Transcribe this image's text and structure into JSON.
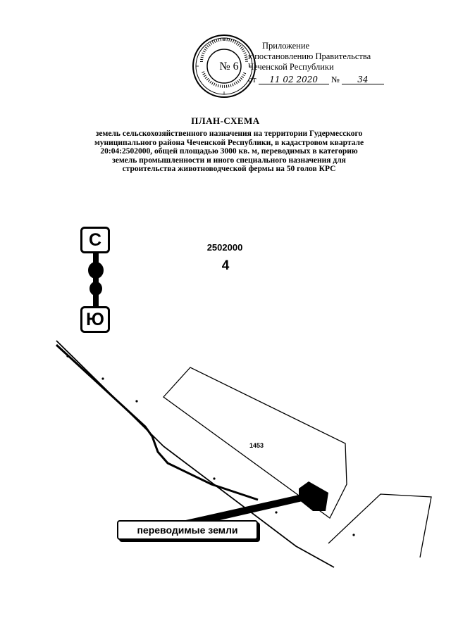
{
  "appendix": {
    "line1": "Приложение",
    "line2": "к постановлению Правительства",
    "line3": "Чеченской Республики",
    "from_label": "от",
    "date": "11 02 2020",
    "number_label": "№",
    "number": "34"
  },
  "stamp": {
    "number": "№ 6"
  },
  "title": "ПЛАН-СХЕМА",
  "subtitle": {
    "line1": "земель сельскохозяйственного назначения на территории Гудермесского",
    "line2": "муниципального района Чеченской Республики, в кадастровом квартале",
    "line3": "20:04:2502000, общей площадью 3000 кв. м, переводимых в категорию",
    "line4": "земель промышленности и иного специального назначения для",
    "line5": "строительства животноводческой фермы на 50 голов КРС"
  },
  "compass": {
    "north": "С",
    "south": "Ю"
  },
  "map": {
    "quarter_code": "2502000",
    "quarter_number": "4",
    "parcel_number": "1453",
    "callout": "переводимые земли"
  }
}
